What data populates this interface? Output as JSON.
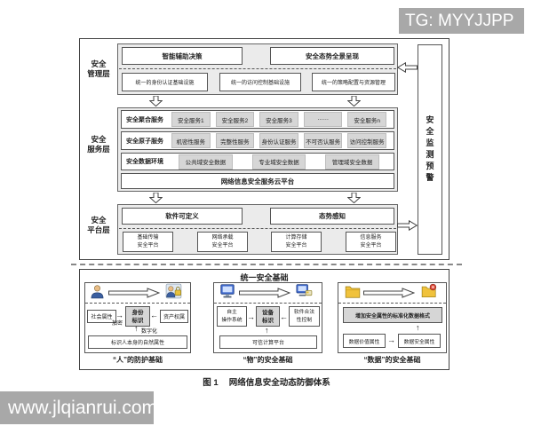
{
  "watermarks": {
    "top_right": "TG: MYYJJPP",
    "bottom_left": "www.jlqianrui.com"
  },
  "colors": {
    "watermark_bg": "#a8a8a8",
    "layer_bg": "#ebebeb",
    "chip_bg": "#d6d6d6",
    "border": "#555555"
  },
  "monitor_strip": {
    "label": "安全监测预警"
  },
  "layers": {
    "management": {
      "label_l1": "安全",
      "label_l2": "管理层",
      "top_boxes": [
        "智能辅助决策",
        "安全态势全景呈现"
      ],
      "bottom_boxes": [
        "统一的身份认证基础设施",
        "统一的访问控制基础设施",
        "统一的策略配置与资源管理"
      ]
    },
    "service": {
      "label_l1": "安全",
      "label_l2": "服务层",
      "rows": [
        {
          "label": "安全聚合服务",
          "chips": [
            "安全服务1",
            "安全服务2",
            "安全服务3",
            "……",
            "安全服务n"
          ]
        },
        {
          "label": "安全原子服务",
          "chips": [
            "机密性服务",
            "完整性服务",
            "身份认证服务",
            "不可否认服务",
            "访问控制服务"
          ]
        },
        {
          "label": "安全数据环境",
          "chips": [
            "公共域安全数据",
            "专业域安全数据",
            "管理域安全数据"
          ]
        }
      ],
      "cloud_platform": "网络信息安全服务云平台"
    },
    "platform": {
      "label_l1": "安全",
      "label_l2": "平台层",
      "top_boxes": [
        "软件可定义",
        "态势感知"
      ],
      "bottom_boxes": [
        {
          "l1": "基础传输",
          "l2": "安全平台"
        },
        {
          "l1": "网络承载",
          "l2": "安全平台"
        },
        {
          "l1": "计算存储",
          "l2": "安全平台"
        },
        {
          "l1": "信息服务",
          "l2": "安全平台"
        }
      ]
    }
  },
  "foundation": {
    "title": "统一安全基础",
    "person": {
      "left": "社会属性",
      "center_l1": "身份",
      "center_l2": "标识",
      "right": "资产权属",
      "encrypt_label": "加密",
      "digitize_label": "数字化",
      "bottom": "标识人本身的自然属性",
      "caption": "“人”的防护基础"
    },
    "thing": {
      "left_l1": "自主",
      "left_l2": "操作系统",
      "center_l1": "设备",
      "center_l2": "标识",
      "right_l1": "软件合法",
      "right_l2": "性控制",
      "bottom": "可信计算平台",
      "caption": "“物”的安全基础"
    },
    "data": {
      "top": "增加安全属性的标准化数据格式",
      "left": "数据价值属性",
      "right": "数据安全属性",
      "caption": "“数据”的安全基础"
    }
  },
  "figure_caption": {
    "prefix": "图 1",
    "title": "网络信息安全动态防御体系"
  },
  "glyphs": {
    "right_arrow": "→",
    "left_arrow": "←",
    "up_arrow": "↑"
  }
}
